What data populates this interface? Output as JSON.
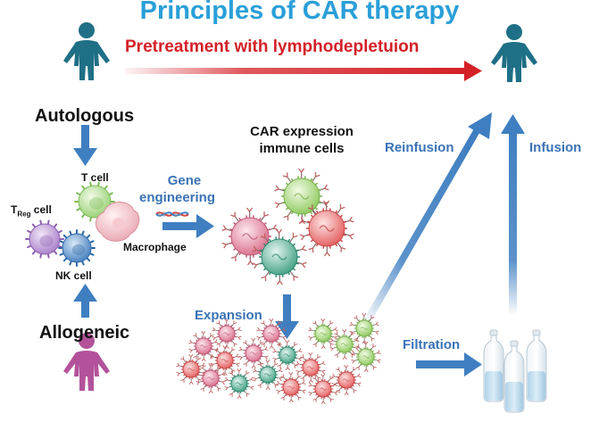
{
  "title": "Principles of CAR therapy",
  "pretreatment": "Pretreatment with lymphodepletuion",
  "donors": {
    "autologous": "Autologous",
    "allogeneic": "Allogeneic"
  },
  "cells": {
    "t_cell": "T cell",
    "treg_main": "T",
    "treg_sub": "Reg",
    "treg_suffix": " cell",
    "macrophage": "Macrophage",
    "nk_cell": "NK cell"
  },
  "steps": {
    "gene_line1": "Gene",
    "gene_line2": "engineering",
    "car_line1": "CAR expression",
    "car_line2": "immune cells",
    "expansion": "Expansion",
    "filtration": "Filtration",
    "reinfusion": "Reinfusion",
    "infusion": "Infusion"
  },
  "colors": {
    "title": "#2a9fd8",
    "accent_blue": "#3f7fc1",
    "step_text": "#3a73b5",
    "pretreat_red": "#d42027",
    "patient_teal": "#1f6f86",
    "donor_pink": "#b3529b",
    "t_cell": "#a8d88a",
    "macrophage": "#f0b8c0",
    "treg": "#b690d0",
    "nk": "#5b93c9",
    "car_green": "#9cd36d",
    "car_red": "#ef6b6b",
    "car_pink": "#e8839b",
    "car_teal": "#58b69a",
    "vial": "#d8e8f2"
  },
  "icons": [
    "person-icon",
    "t-cell-icon",
    "macrophage-icon",
    "treg-cell-icon",
    "nk-cell-icon",
    "dna-icon",
    "car-cell-icon",
    "vial-icon",
    "arrow-icon"
  ]
}
